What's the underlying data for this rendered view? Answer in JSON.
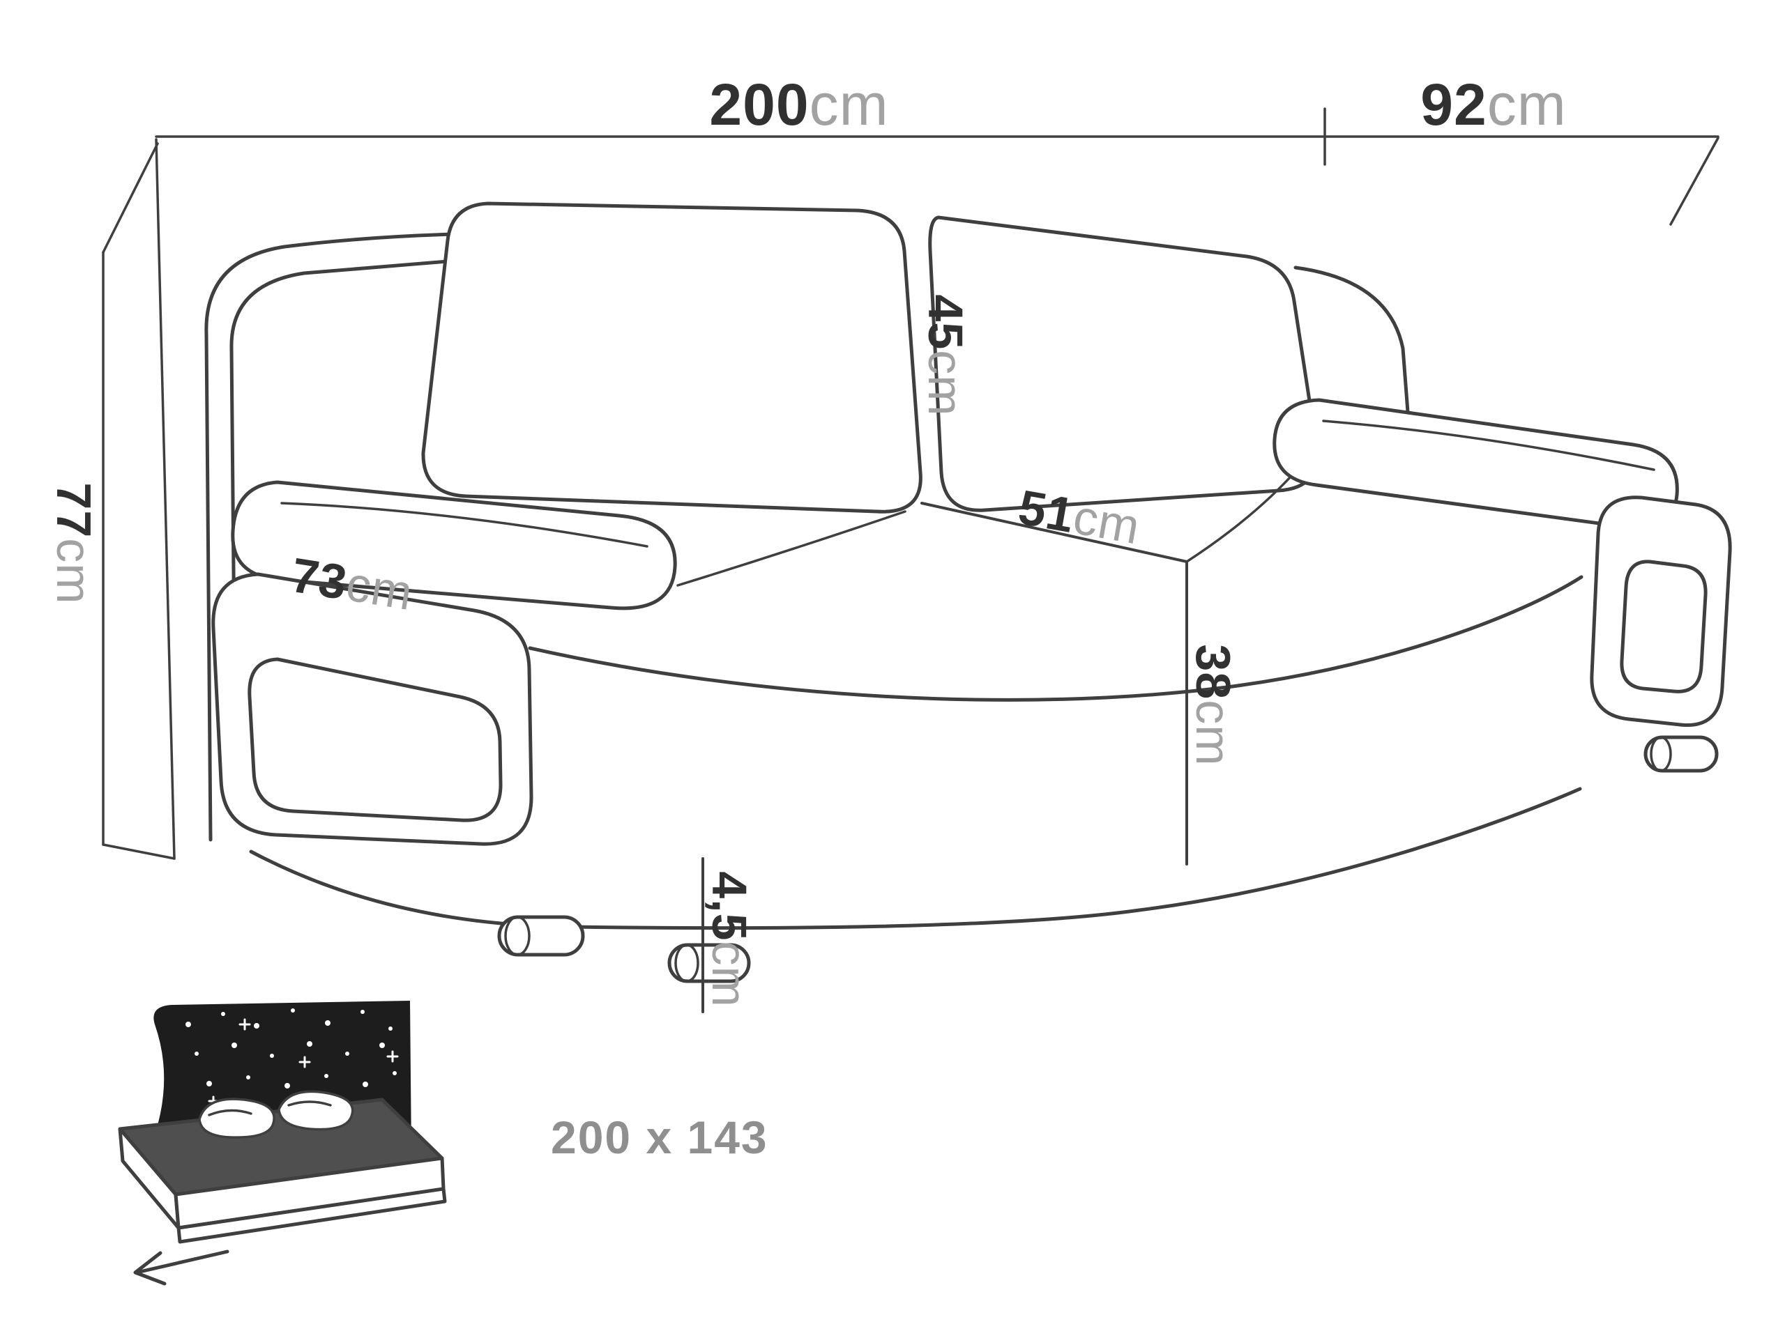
{
  "colors": {
    "line": "#3f3f3f",
    "number": "#313131",
    "unit": "#a2a2a2",
    "panel_dark": "#1d1d1d",
    "bed_text": "#8f8f8f"
  },
  "labels": {
    "width": {
      "num": "200",
      "unit": "cm"
    },
    "depth": {
      "num": "92",
      "unit": "cm"
    },
    "height": {
      "num": "77",
      "unit": "cm"
    },
    "armrest_length": {
      "num": "73",
      "unit": "cm"
    },
    "back_cushion_height": {
      "num": "45",
      "unit": "cm"
    },
    "seat_depth": {
      "num": "51",
      "unit": "cm"
    },
    "seat_height": {
      "num": "38",
      "unit": "cm"
    },
    "leg_height": {
      "num": "4,5",
      "unit": "cm"
    }
  },
  "bed": {
    "sleeping_area": "200 x 143"
  }
}
